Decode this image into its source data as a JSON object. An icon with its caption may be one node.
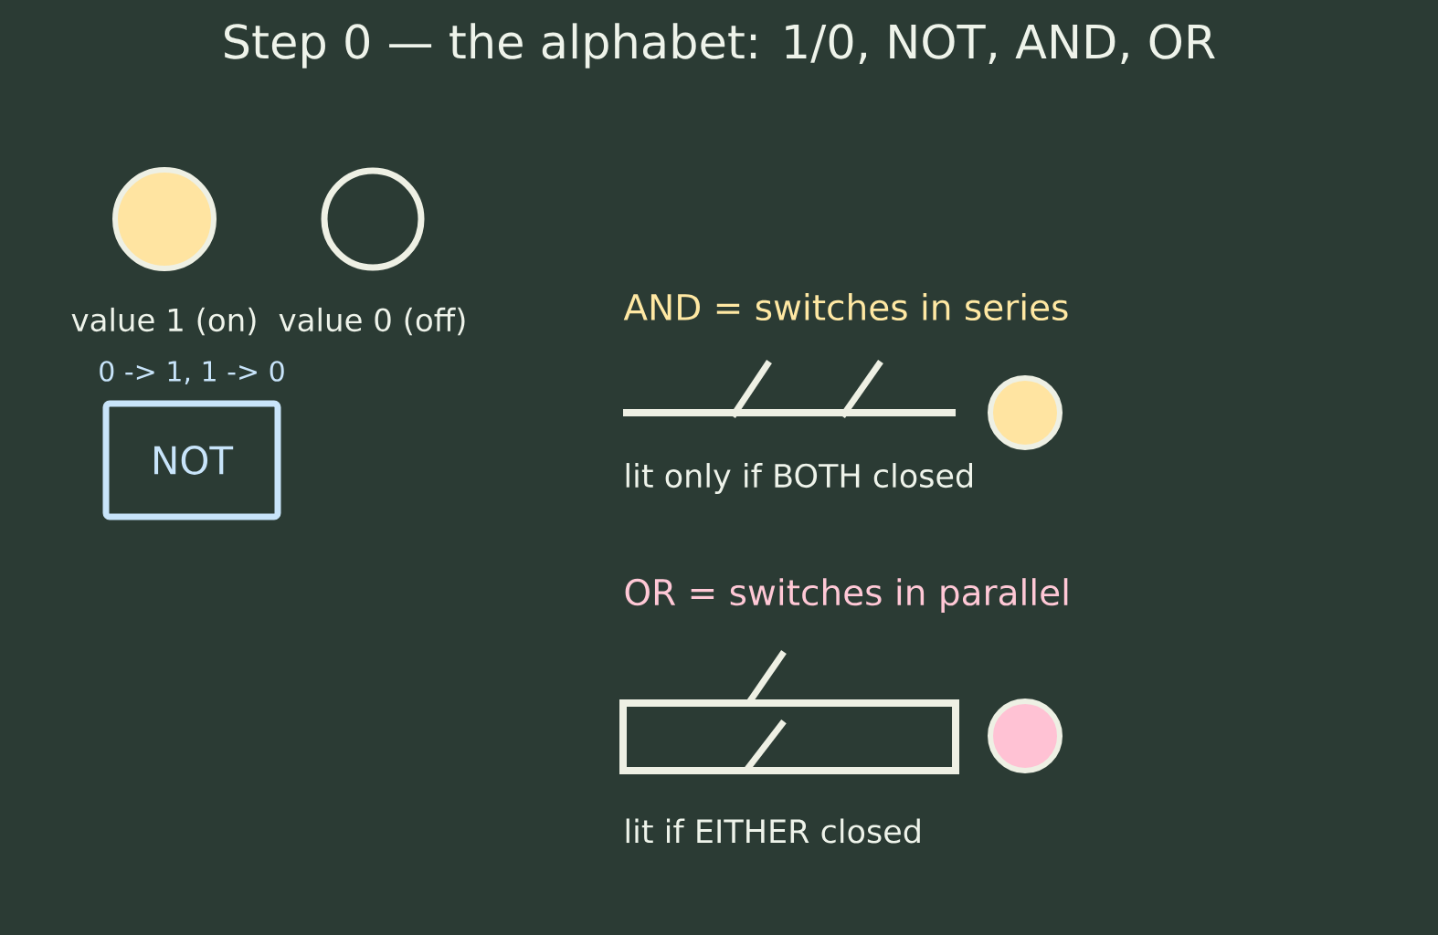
{
  "diagram": {
    "title": "Step 0 — the alphabet: 1/0, NOT, AND, OR",
    "nodes": [
      {
        "text": [],
        "shape": "circle",
        "beside": [
          "value 1 (on)"
        ]
      },
      {
        "text": [],
        "shape": "circle",
        "beside": [
          "value 0 (off)"
        ]
      },
      {
        "text": [
          "NOT"
        ],
        "beside": [
          "0 -> 1, 1 -> 0"
        ]
      },
      {
        "text": [],
        "shape": "circle"
      },
      {
        "text": [],
        "shape": "circle"
      }
    ],
    "labels": [
      "AND = switches in series",
      "lit only if BOTH closed",
      "OR = switches in parallel",
      "lit if EITHER closed"
    ]
  }
}
